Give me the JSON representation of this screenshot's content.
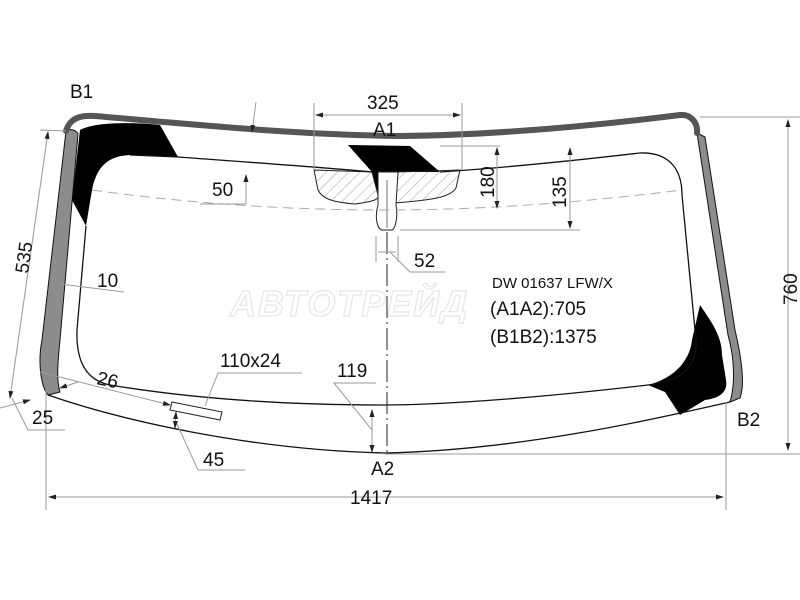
{
  "diagram": {
    "part_code": "DW 01637 LFW/X",
    "watermark": "АВТОТРЕЙД",
    "points": {
      "a1": "A1",
      "a2": "A2",
      "b1": "B1",
      "b2": "B2"
    },
    "measurements": {
      "a1a2": "(A1A2):705",
      "b1b2": "(B1B2):1375"
    },
    "dimensions": {
      "top_sensor_width": "325",
      "sensor_height_outer": "180",
      "sensor_height_inner": "135",
      "mirror_mount_width": "52",
      "top_band": "50",
      "side_band": "10",
      "left_height": "535",
      "total_height": "760",
      "total_width": "1417",
      "bottom_band": "119",
      "vin_window": "110x24",
      "vin_offset": "45",
      "corner_26": "26",
      "corner_25": "25"
    },
    "colors": {
      "frit": "#000000",
      "molding": "#8c8c8c",
      "top_edge": "#555555",
      "dimension_line": "#9a9a9a"
    }
  }
}
